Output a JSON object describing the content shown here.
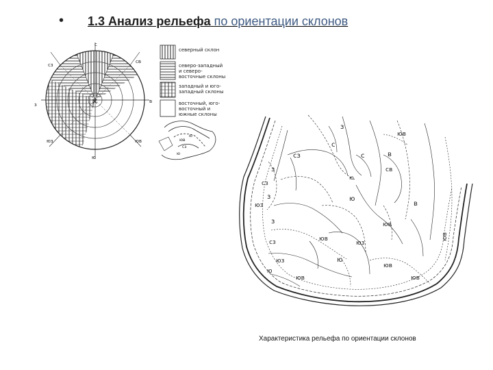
{
  "slide": {
    "bullet": "•",
    "title_part1": "1.3 Анализ рельефа",
    "title_part2": "по ориентации склонов",
    "caption": "Характеристика рельефа по ориентации склонов"
  },
  "diagram": {
    "compass": {
      "n": "с",
      "s": "ю",
      "w": "з",
      "e": "в",
      "nw": "сз",
      "ne": "св",
      "sw": "юз",
      "se": "юв"
    },
    "legend": [
      {
        "pattern": "vertical-lines",
        "text": [
          "северный склон"
        ]
      },
      {
        "pattern": "horizontal-lines",
        "text": [
          "северо-западный",
          "и северо-",
          "восточные склоны"
        ]
      },
      {
        "pattern": "grid",
        "text": [
          "западный и юго-",
          "западный склоны"
        ]
      },
      {
        "pattern": "blank",
        "text": [
          "восточный, юго-",
          "восточный и",
          "южные склоны"
        ]
      }
    ],
    "small_map_labels": [
      "юв",
      "ю",
      "сз",
      "ю"
    ]
  },
  "map": {
    "labels": [
      {
        "id": "z-top",
        "text": "з"
      },
      {
        "id": "c-top",
        "text": "с"
      },
      {
        "id": "yuv-top",
        "text": "юв"
      },
      {
        "id": "sz-1",
        "text": "сз"
      },
      {
        "id": "s-mid",
        "text": "с"
      },
      {
        "id": "v-1",
        "text": "в"
      },
      {
        "id": "sv-1",
        "text": "св"
      },
      {
        "id": "z-left",
        "text": "з"
      },
      {
        "id": "sz-left",
        "text": "сз"
      },
      {
        "id": "yu-small",
        "text": "ю"
      },
      {
        "id": "z-2",
        "text": "з"
      },
      {
        "id": "yuz-left",
        "text": "юз"
      },
      {
        "id": "yu-mid",
        "text": "ю"
      },
      {
        "id": "v-right",
        "text": "в"
      },
      {
        "id": "z-3",
        "text": "з"
      },
      {
        "id": "yuv-mid",
        "text": "юв"
      },
      {
        "id": "sz-bottom",
        "text": "сз"
      },
      {
        "id": "yuv-center",
        "text": "юв"
      },
      {
        "id": "yuz-center",
        "text": "юз"
      },
      {
        "id": "yuz-low",
        "text": "юз"
      },
      {
        "id": "yu-low",
        "text": "ю"
      },
      {
        "id": "yuv-low",
        "text": "юв"
      },
      {
        "id": "yu-left-low",
        "text": "ю"
      },
      {
        "id": "yuv-bottom",
        "text": "юв"
      },
      {
        "id": "yu-right",
        "text": "юв"
      },
      {
        "id": "rotated",
        "text": "юв"
      }
    ]
  }
}
